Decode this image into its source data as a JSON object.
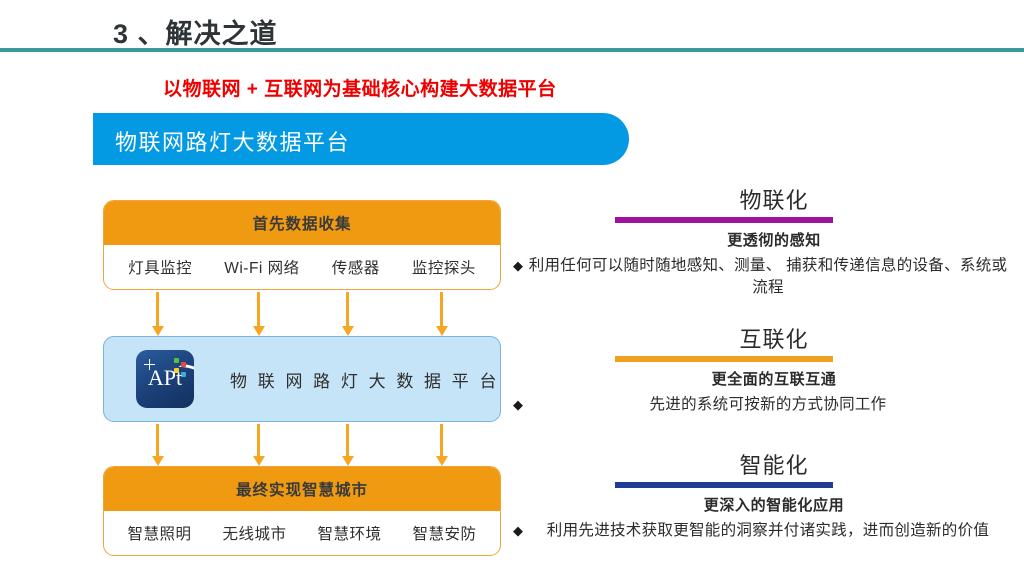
{
  "header": {
    "title": "3 、解决之道",
    "rule_color": "#3a9a9a"
  },
  "subtitle": {
    "text": "以物联网 + 互联网为基础核心构建大数据平台",
    "color": "#ee0000"
  },
  "banner": {
    "text": "物联网路灯大数据平台",
    "color": "#039ae3"
  },
  "flow": {
    "stage1": {
      "heading": "首先数据收集",
      "items": [
        "灯具监控",
        "Wi-Fi 网络",
        "传感器",
        "监控探头"
      ]
    },
    "platform": {
      "logo_text": "APt",
      "label": "物 联 网 路 灯 大 数 据 平 台"
    },
    "stage3": {
      "heading": "最终实现智慧城市",
      "items": [
        "智慧照明",
        "无线城市",
        "智慧环境",
        "智慧安防"
      ]
    },
    "arrow_color": "#f5a623",
    "box_accent": "#ef9a11",
    "platform_fill": "#c6e4f7"
  },
  "pillars": [
    {
      "title": "物联化",
      "rule_color": "#9e129e",
      "subtitle": "更透彻的感知",
      "bullet": "◆",
      "body": "利用任何可以随时随地感知、测量、 捕获和传递信息的设备、系统或流程"
    },
    {
      "title": "互联化",
      "rule_color": "#efa01e",
      "subtitle": "更全面的互联互通",
      "bullet": "◆",
      "body": "先进的系统可按新的方式协同工作"
    },
    {
      "title": "智能化",
      "rule_color": "#1f3c96",
      "subtitle": "更深入的智能化应用",
      "bullet": "◆",
      "body": "利用先进技术获取更智能的洞察并付诸实践，进而创造新的价值"
    }
  ]
}
